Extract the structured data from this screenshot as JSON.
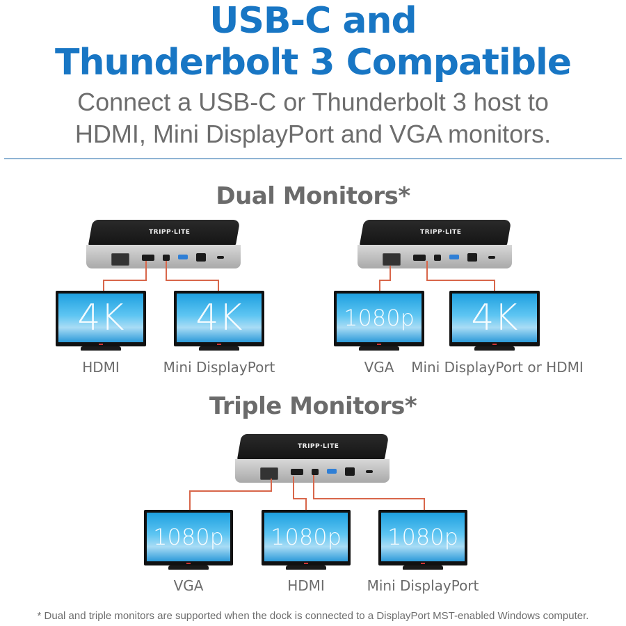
{
  "header": {
    "title_line1": "USB-C and",
    "title_line2": "Thunderbolt 3 Compatible",
    "subtitle_line1": "Connect a USB-C or Thunderbolt 3 host to",
    "subtitle_line2": "HDMI, Mini DisplayPort and VGA monitors."
  },
  "colors": {
    "title_blue": "#1876c4",
    "text_gray": "#6b6b6b",
    "wire_orange": "#d8664a",
    "rule_blue": "#8fb4d4"
  },
  "dock": {
    "brand": "TRIPP·LITE"
  },
  "dual": {
    "heading": "Dual Monitors*",
    "configs": [
      {
        "monitors": [
          {
            "resolution": "4K",
            "port": "HDMI"
          },
          {
            "resolution": "4K",
            "port": "Mini DisplayPort"
          }
        ]
      },
      {
        "monitors": [
          {
            "resolution": "1080p",
            "port": "VGA"
          },
          {
            "resolution": "4K",
            "port": "Mini DisplayPort or HDMI"
          }
        ]
      }
    ]
  },
  "triple": {
    "heading": "Triple Monitors*",
    "monitors": [
      {
        "resolution": "1080p",
        "port": "VGA"
      },
      {
        "resolution": "1080p",
        "port": "HDMI"
      },
      {
        "resolution": "1080p",
        "port": "Mini DisplayPort"
      }
    ]
  },
  "footnote": "* Dual and triple monitors are supported when the dock is connected to a DisplayPort MST-enabled Windows computer."
}
